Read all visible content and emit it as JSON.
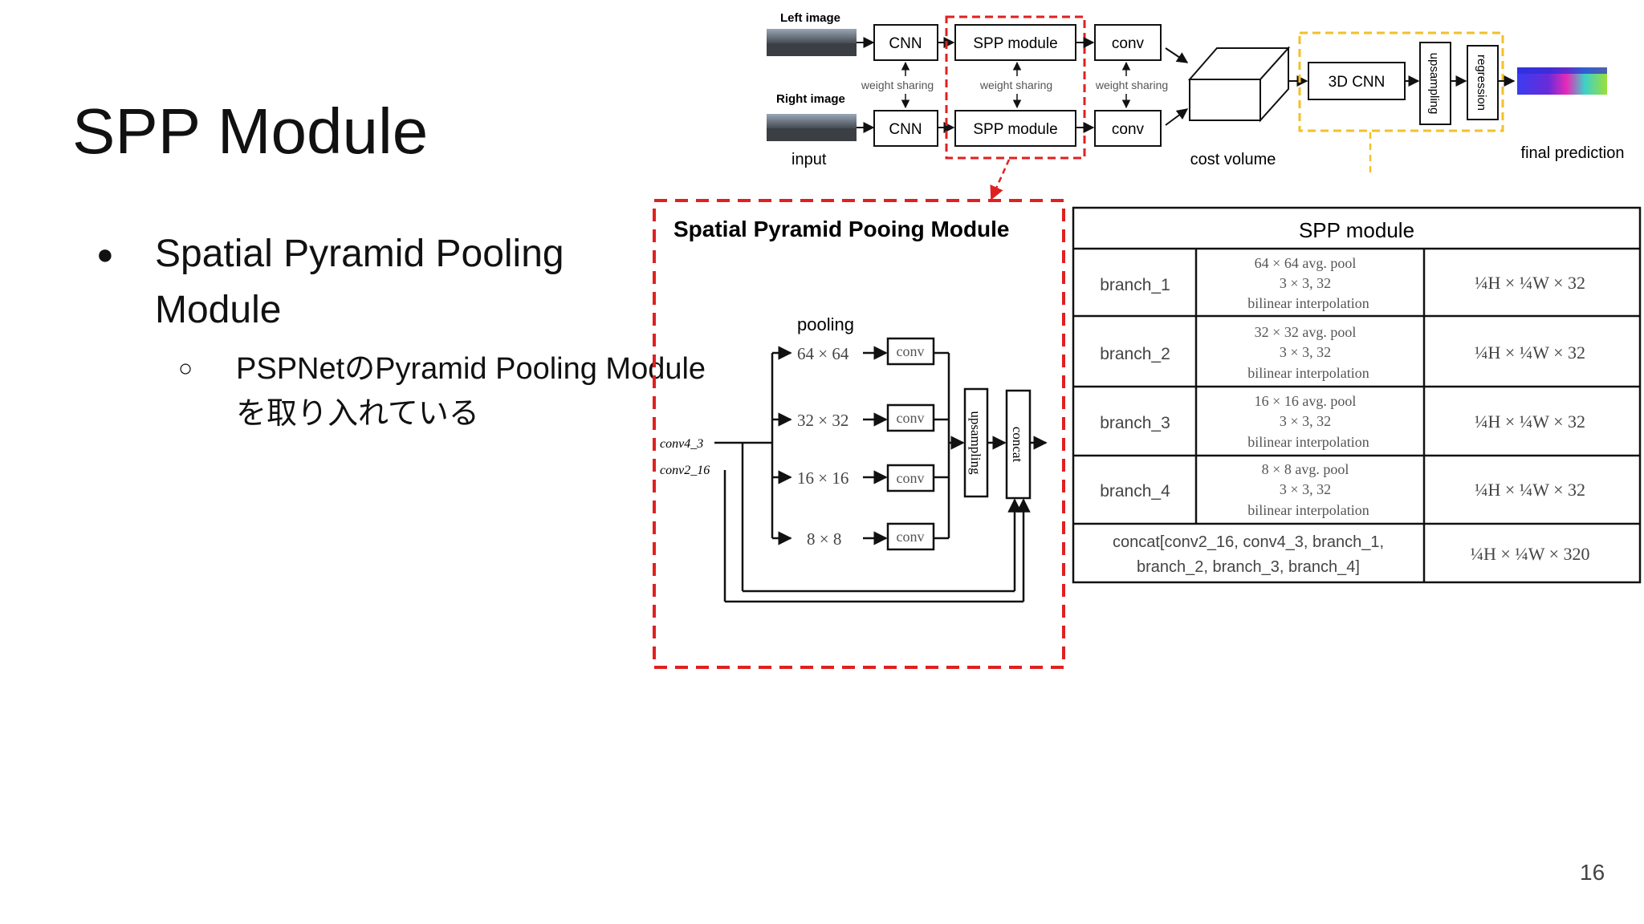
{
  "slide": {
    "title": "SPP Module",
    "bullet_1": "Spatial Pyramid Pooling Module",
    "bullet_1a": "PSPNetのPyramid Pooling Moduleを取り入れている",
    "page_number": "16"
  },
  "pipeline": {
    "left_image": "Left image",
    "right_image": "Right image",
    "input": "input",
    "cnn": "CNN",
    "spp_module": "SPP module",
    "conv": "conv",
    "weight_sharing": "weight sharing",
    "cost_volume": "cost volume",
    "cnn3d": "3D CNN",
    "upsampling": "upsampling",
    "regression": "regression",
    "final_prediction": "final prediction"
  },
  "spp_detail": {
    "title": "Spatial Pyramid Pooing Module",
    "pooling": "pooling",
    "sizes": [
      "64 × 64",
      "32 × 32",
      "16 × 16",
      "8 × 8"
    ],
    "conv": "conv",
    "conv4_3": "conv4_3",
    "conv2_16": "conv2_16",
    "upsampling": "upsampling",
    "concat": "concat"
  },
  "spp_table": {
    "header": "SPP module",
    "rows": [
      {
        "name": "branch_1",
        "l1": "64 × 64 avg. pool",
        "l2": "3 × 3, 32",
        "l3": "bilinear interpolation",
        "out": "¼H × ¼W × 32"
      },
      {
        "name": "branch_2",
        "l1": "32 × 32 avg. pool",
        "l2": "3 × 3, 32",
        "l3": "bilinear interpolation",
        "out": "¼H × ¼W × 32"
      },
      {
        "name": "branch_3",
        "l1": "16 × 16 avg. pool",
        "l2": "3 × 3, 32",
        "l3": "bilinear interpolation",
        "out": "¼H × ¼W × 32"
      },
      {
        "name": "branch_4",
        "l1": "8 × 8 avg. pool",
        "l2": "3 × 3, 32",
        "l3": "bilinear interpolation",
        "out": "¼H × ¼W × 32"
      }
    ],
    "concat_line1": "concat[conv2_16, conv4_3, branch_1,",
    "concat_line2": "branch_2, branch_3, branch_4]",
    "concat_out": "¼H × ¼W × 320"
  },
  "colors": {
    "red_dash": "#e02020",
    "yellow_dash": "#f2c02a"
  }
}
